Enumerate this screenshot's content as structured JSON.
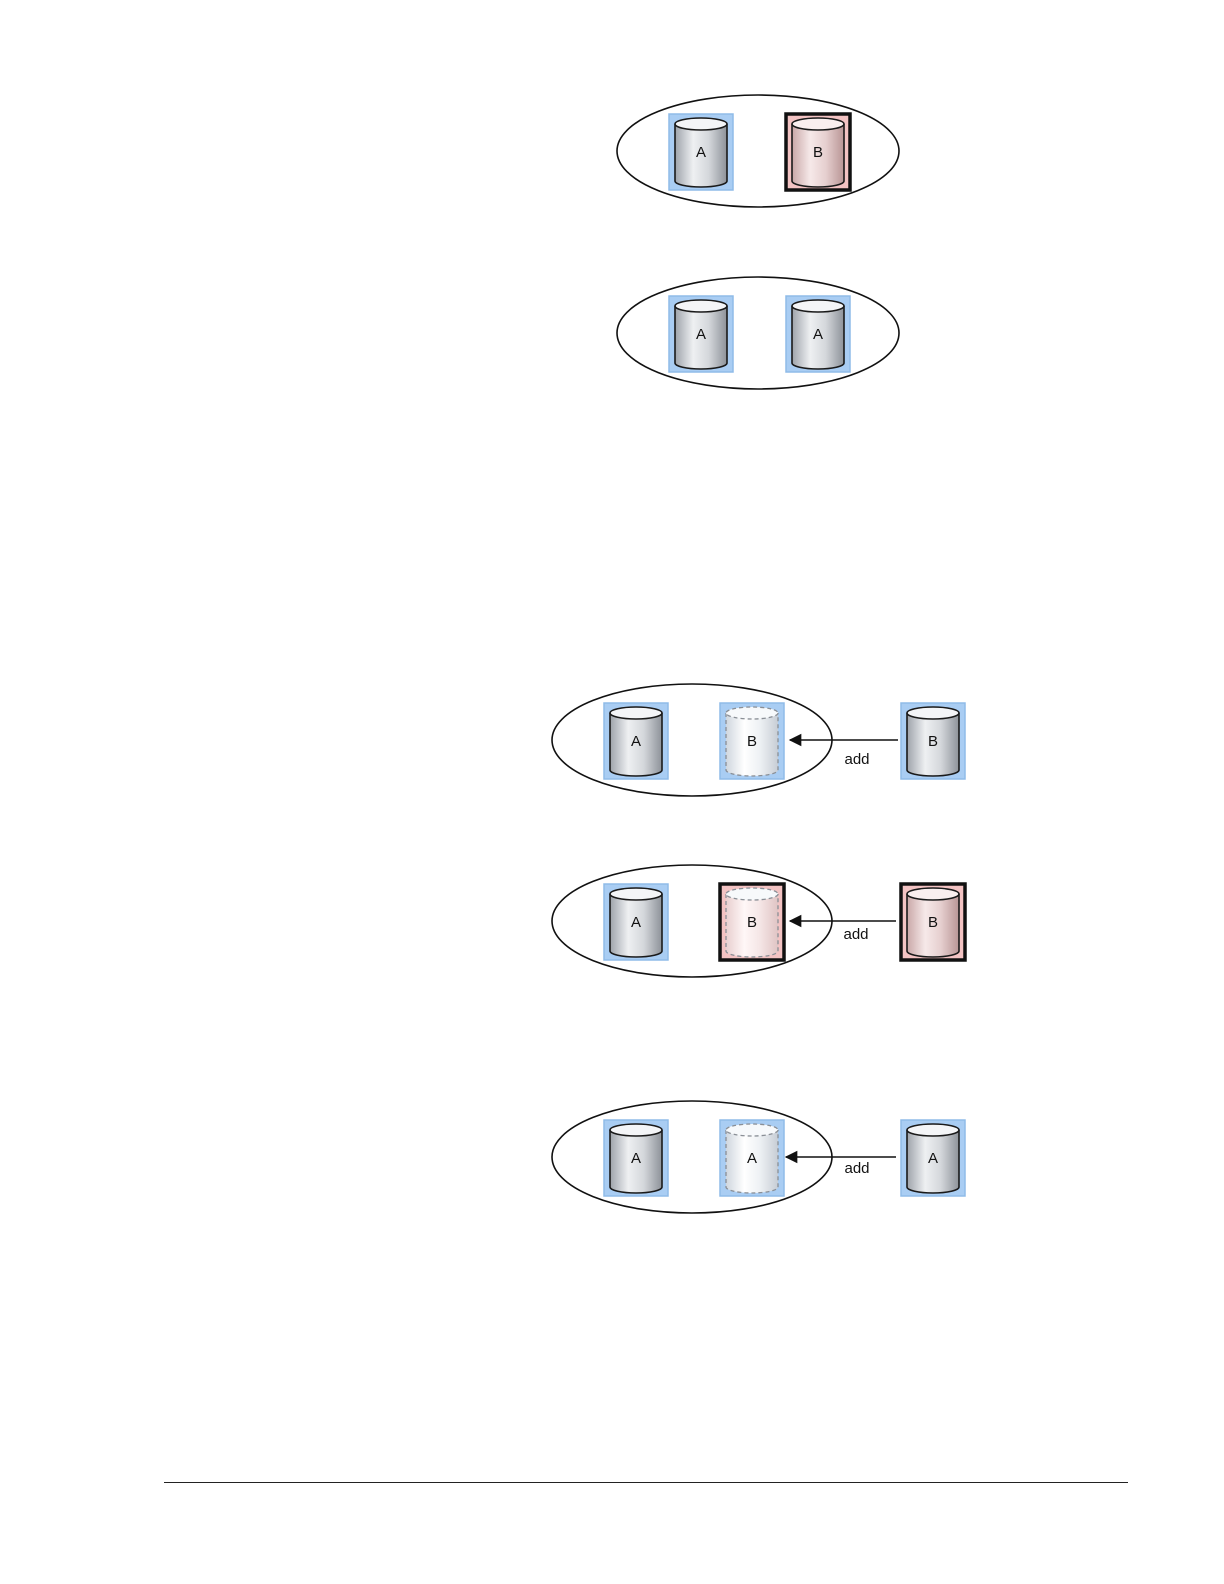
{
  "colors": {
    "volume_frame_normal": "#a9cdf3",
    "volume_frame_normal_border": "#8fbbe8",
    "volume_frame_error": "#f3c3c3",
    "volume_frame_error_border": "#111111",
    "cylinder_gray": "#c9ccd1",
    "cylinder_pink": "#e7cccc",
    "ellipse_stroke": "#111111"
  },
  "diagrams": [
    {
      "name": "diagram-mismatch-pair",
      "volumes": [
        {
          "label": "A",
          "state": "normal",
          "style": "solid"
        },
        {
          "label": "B",
          "state": "error",
          "style": "solid"
        }
      ]
    },
    {
      "name": "diagram-matched-pair",
      "volumes": [
        {
          "label": "A",
          "state": "normal",
          "style": "solid"
        },
        {
          "label": "A",
          "state": "normal",
          "style": "solid"
        }
      ]
    },
    {
      "name": "diagram-add-b-normal",
      "volumes": [
        {
          "label": "A",
          "state": "normal",
          "style": "solid"
        },
        {
          "label": "B",
          "state": "normal",
          "style": "dashed"
        }
      ],
      "external": {
        "label": "B",
        "state": "normal",
        "style": "solid"
      },
      "arrow_label": "add"
    },
    {
      "name": "diagram-add-b-error",
      "volumes": [
        {
          "label": "A",
          "state": "normal",
          "style": "solid"
        },
        {
          "label": "B",
          "state": "error",
          "style": "dashed"
        }
      ],
      "external": {
        "label": "B",
        "state": "error",
        "style": "solid"
      },
      "arrow_label": "add"
    },
    {
      "name": "diagram-add-a-normal",
      "volumes": [
        {
          "label": "A",
          "state": "normal",
          "style": "solid"
        },
        {
          "label": "A",
          "state": "normal",
          "style": "dashed"
        }
      ],
      "external": {
        "label": "A",
        "state": "normal",
        "style": "solid"
      },
      "arrow_label": "add"
    }
  ]
}
